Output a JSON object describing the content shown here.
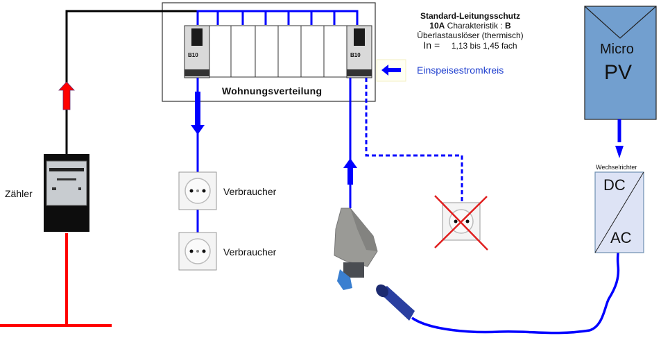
{
  "diagram": {
    "distribution_board": {
      "label": "Wohnungsverteilung",
      "breaker_left": {
        "rating": "B10"
      },
      "breaker_right": {
        "rating": "B10"
      },
      "empty_module_count": 6
    },
    "protection_info": {
      "title": "Standard-Leitungsschutz",
      "line2_bold": "10A",
      "line2_text": "Charakteristik :",
      "line2_char": "B",
      "line3": "Überlastauslöser (thermisch)",
      "line4_label": "In =",
      "line4_value": "1,13 bis 1,45 fach"
    },
    "feed_circuit_label": "Einspeisestromkreis",
    "meter_label": "Zähler",
    "consumers": [
      {
        "label": "Verbraucher"
      },
      {
        "label": "Verbraucher"
      }
    ],
    "pv_module": {
      "line1": "Micro",
      "line2": "PV"
    },
    "inverter": {
      "title": "Wechselrichter",
      "dc": "DC",
      "ac": "AC"
    },
    "crossed_socket": {
      "status": "not allowed"
    },
    "colors": {
      "line_black": "#000000",
      "line_blue": "#0000ff",
      "line_red": "#ff0000",
      "arrow_blue": "#0000ff",
      "arrow_red": "#ff0000",
      "pv_fill": "#729fcf",
      "inverter_fill": "#dde3f5",
      "feed_text": "#1f3fcf",
      "cross": "#e02020"
    }
  }
}
